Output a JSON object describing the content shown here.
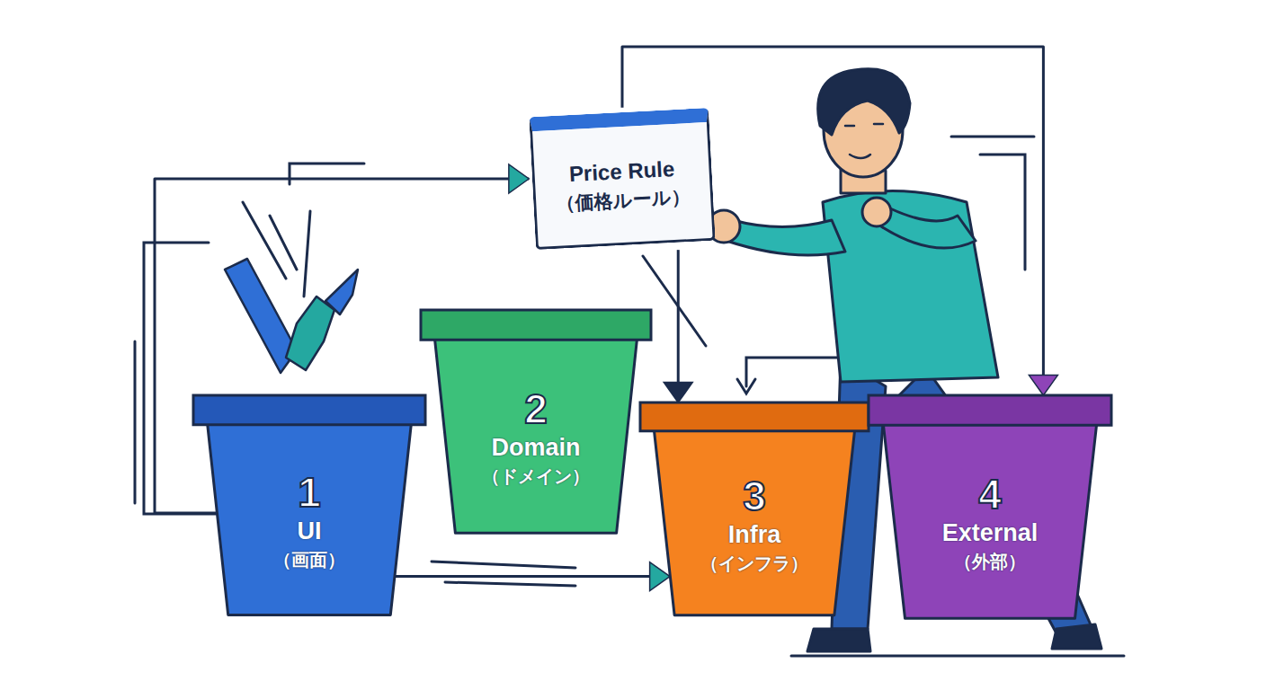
{
  "diagram": {
    "nodes": [
      {
        "text": [
          "Price Rule",
          "（価格ルール）"
        ]
      },
      {
        "text": [
          "1",
          "UI",
          "（画面）"
        ]
      },
      {
        "text": [
          "2",
          "Domain",
          "（ドメイン）"
        ]
      },
      {
        "text": [
          "3",
          "Infra",
          "（インフラ）"
        ]
      },
      {
        "text": [
          "4",
          "External",
          "（外部）"
        ]
      }
    ],
    "edges": [
      {
        "from": 1,
        "to": 0,
        "arrow": "to"
      },
      {
        "from": 1,
        "to": 3,
        "arrow": "to"
      },
      {
        "from": 0,
        "to": 3,
        "arrow": "to"
      },
      {
        "from": 0,
        "to": 4,
        "arrow": "to"
      }
    ]
  }
}
